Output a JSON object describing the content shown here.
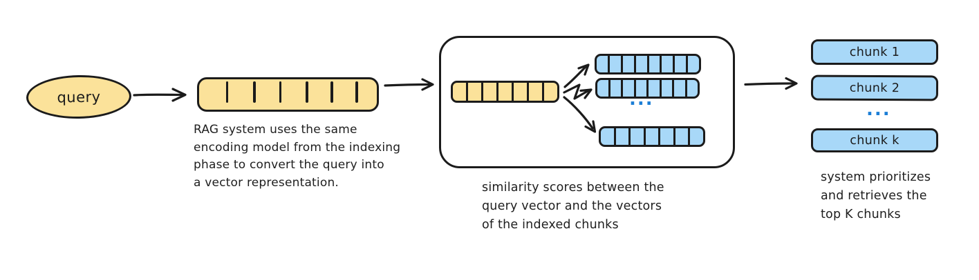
{
  "colors": {
    "ink": "#1b1b1b",
    "yellow_fill": "#fbe29a",
    "blue_fill": "#a8d8f8",
    "accent_blue": "#1c7ed6",
    "background": "#ffffff"
  },
  "query": {
    "label": "query"
  },
  "encoder_caption": "RAG system uses the same\nencoding model from the indexing\nphase to convert the query into\na vector representation.",
  "similarity": {
    "caption": "similarity scores between the\nquery vector and the vectors\nof the indexed chunks",
    "ellipsis": "..."
  },
  "results": {
    "chunk1": "chunk 1",
    "chunk2": "chunk 2",
    "chunkk": "chunk k",
    "ellipsis": "...",
    "caption": "system prioritizes\nand retrieves the\ntop K chunks"
  }
}
